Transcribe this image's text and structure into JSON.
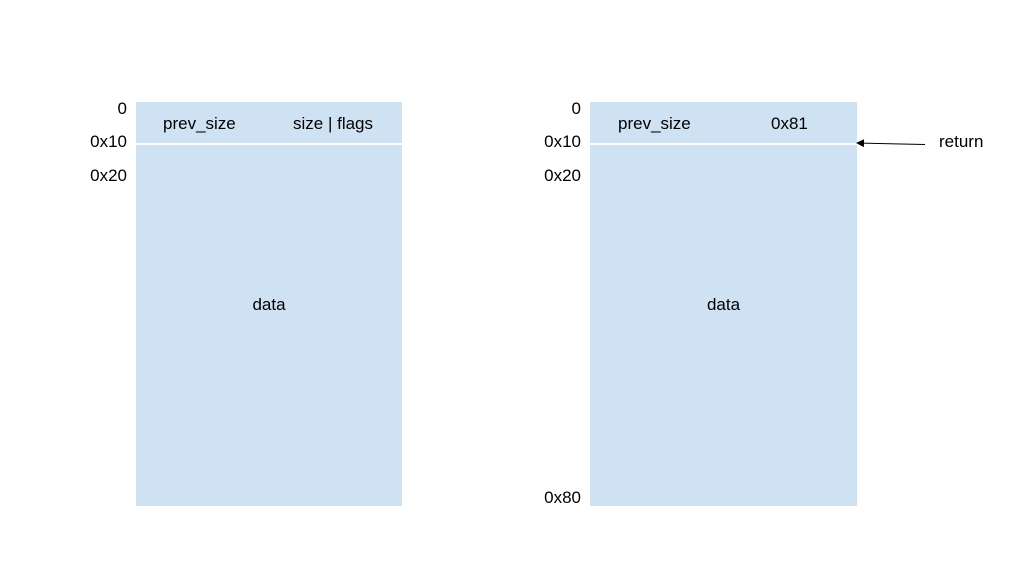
{
  "left_chunk": {
    "offsets": [
      "0",
      "0x10",
      "0x20"
    ],
    "prev_size_label": "prev_size",
    "size_label": "size | flags",
    "data_label": "data"
  },
  "right_chunk": {
    "offsets": [
      "0",
      "0x10",
      "0x20",
      "0x80"
    ],
    "prev_size_label": "prev_size",
    "size_label": "0x81",
    "data_label": "data"
  },
  "pointer": {
    "label": "return"
  },
  "colors": {
    "chunk_fill": "#cfe2f3",
    "divider": "#ffffff",
    "text": "#000000"
  }
}
